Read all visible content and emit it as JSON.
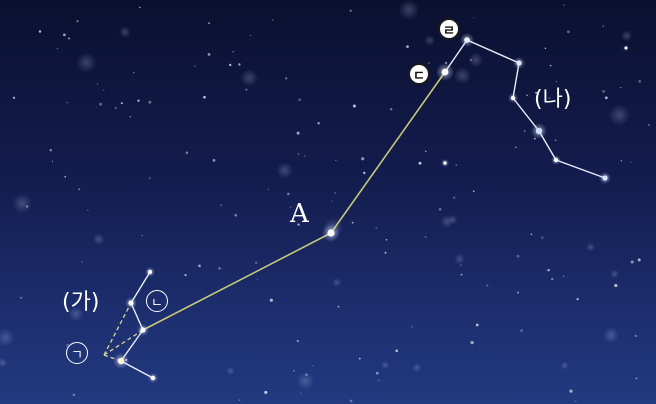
{
  "labels": {
    "group_ga": "(가)",
    "group_na": "(나)",
    "star_a": "A",
    "marker_giyeok": "ㄱ",
    "marker_nieun": "ㄴ",
    "marker_digeut": "ㄷ",
    "marker_rieul": "ㄹ"
  },
  "colors": {
    "sky_top": "#0b1030",
    "sky_bottom": "#223a80",
    "constellation_line": "#e8eef8",
    "guide_line": "#c8c878",
    "dashed_line": "#d8d898",
    "star": "#ffffff"
  }
}
